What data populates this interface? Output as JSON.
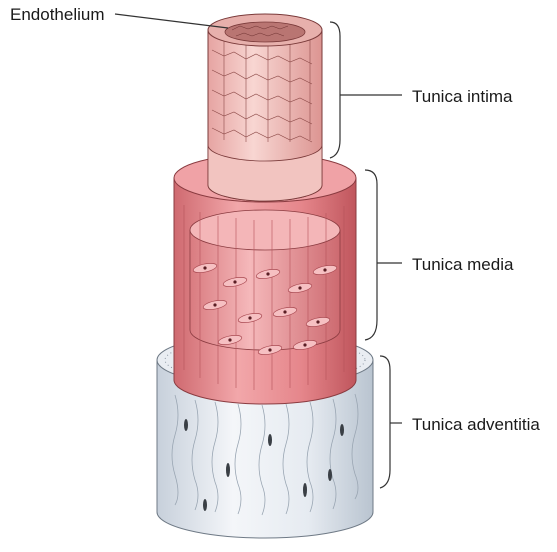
{
  "labels": {
    "endothelium": "Endothelium",
    "intima": "Tunica intima",
    "media": "Tunica media",
    "adventitia": "Tunica adventitia"
  },
  "colors": {
    "adventitia_light": "#eef2f6",
    "adventitia_shadow": "#c9d2dc",
    "media_light": "#f3b3b4",
    "media_mid": "#e8868a",
    "media_dark": "#c45a60",
    "intima_light": "#f6cfcb",
    "intima_mid": "#e9a9a6",
    "lumen": "#c98e8b",
    "line": "#333333"
  }
}
